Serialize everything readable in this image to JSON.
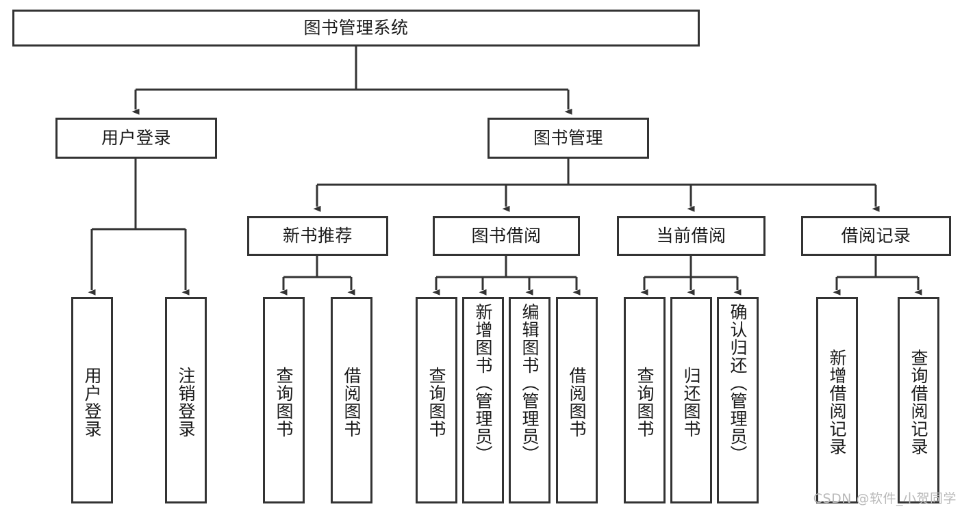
{
  "diagram": {
    "type": "tree-hierarchy",
    "title": "图书管理系统",
    "watermark": "CSDN @软件_小贺同学",
    "colors": {
      "stroke": "#333333",
      "fill": "#ffffff",
      "text": "#1a1a1a",
      "watermark": "#b9b9b9"
    },
    "levels": {
      "level1": [
        {
          "id": "root",
          "label": "图书管理系统",
          "orientation": "horizontal"
        }
      ],
      "level2": [
        {
          "id": "user-login",
          "label": "用户登录",
          "orientation": "horizontal",
          "parent": "root"
        },
        {
          "id": "book-manage",
          "label": "图书管理",
          "orientation": "horizontal",
          "parent": "root"
        }
      ],
      "level3": [
        {
          "id": "new-book-rec",
          "label": "新书推荐",
          "orientation": "horizontal",
          "parent": "book-manage"
        },
        {
          "id": "book-borrow",
          "label": "图书借阅",
          "orientation": "horizontal",
          "parent": "book-manage"
        },
        {
          "id": "current-borrow",
          "label": "当前借阅",
          "orientation": "horizontal",
          "parent": "book-manage"
        },
        {
          "id": "borrow-record",
          "label": "借阅记录",
          "orientation": "horizontal",
          "parent": "book-manage"
        }
      ],
      "leaves": [
        {
          "id": "leaf-user-login",
          "label": "用户登录",
          "orientation": "vertical",
          "parent": "user-login"
        },
        {
          "id": "leaf-user-logout",
          "label": "注销登录",
          "orientation": "vertical",
          "parent": "user-login"
        },
        {
          "id": "leaf-rec-query",
          "label": "查询图书",
          "orientation": "vertical",
          "parent": "new-book-rec"
        },
        {
          "id": "leaf-rec-borrow",
          "label": "借阅图书",
          "orientation": "vertical",
          "parent": "new-book-rec"
        },
        {
          "id": "leaf-borrow-query",
          "label": "查询图书",
          "orientation": "vertical",
          "parent": "book-borrow"
        },
        {
          "id": "leaf-borrow-add",
          "label": "新增图书（管理员）",
          "orientation": "vertical",
          "parent": "book-borrow"
        },
        {
          "id": "leaf-borrow-edit",
          "label": "编辑图书（管理员）",
          "orientation": "vertical",
          "parent": "book-borrow"
        },
        {
          "id": "leaf-borrow-lend",
          "label": "借阅图书",
          "orientation": "vertical",
          "parent": "book-borrow"
        },
        {
          "id": "leaf-cur-query",
          "label": "查询图书",
          "orientation": "vertical",
          "parent": "current-borrow"
        },
        {
          "id": "leaf-cur-return",
          "label": "归还图书",
          "orientation": "vertical",
          "parent": "current-borrow"
        },
        {
          "id": "leaf-cur-confirm",
          "label": "确认归还（管理员）",
          "orientation": "vertical",
          "parent": "current-borrow"
        },
        {
          "id": "leaf-rec-add",
          "label": "新增借阅记录",
          "orientation": "vertical",
          "parent": "borrow-record"
        },
        {
          "id": "leaf-rec-search",
          "label": "查询借阅记录",
          "orientation": "vertical",
          "parent": "borrow-record"
        }
      ]
    }
  }
}
